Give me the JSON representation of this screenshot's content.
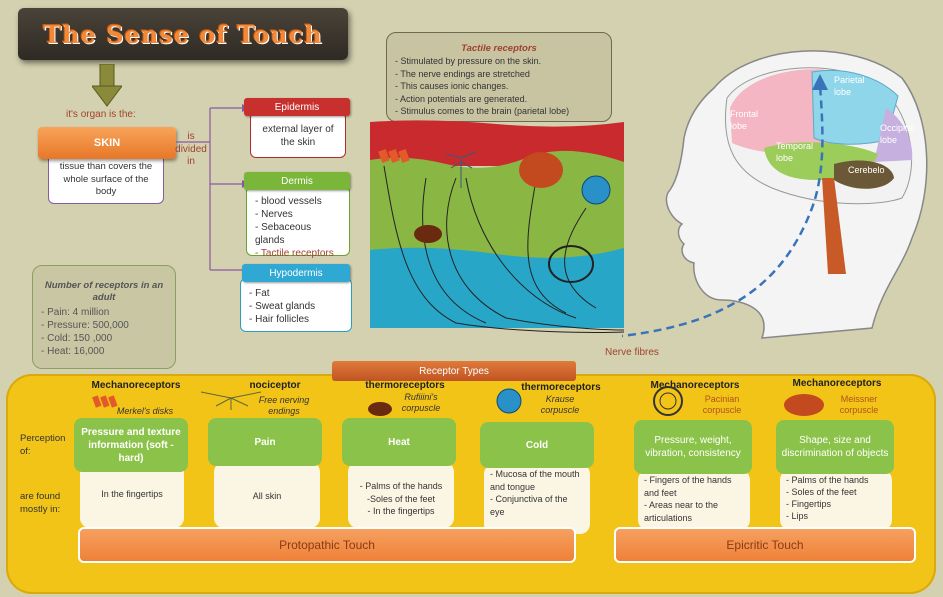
{
  "title": "The Sense of Touch",
  "organ_label": "it's organ is the:",
  "skin": {
    "label": "SKIN",
    "desc": "tissue than covers the whole surface of the body"
  },
  "divided_label": "is divided in",
  "layers": {
    "epidermis": {
      "label": "Epidermis",
      "desc": "external layer of the skin"
    },
    "dermis": {
      "label": "Dermis",
      "items": [
        "- blood vessels",
        "- Nerves",
        "- Sebaceous glands",
        "- Tactile receptors"
      ]
    },
    "hypodermis": {
      "label": "Hypodermis",
      "items": [
        "- Fat",
        "- Sweat glands",
        "- Hair follicles"
      ]
    }
  },
  "receptor_count": {
    "title": "Number of receptors in an adult",
    "items": [
      "- Pain: 4 million",
      "- Pressure: 500,000",
      "- Cold: 150 ,000",
      "- Heat: 16,000"
    ]
  },
  "tactile": {
    "title": "Tactile receptors",
    "items": [
      "- Stimulated by pressure on the skin.",
      "- The nerve endings are stretched",
      "- This causes ionic changes.",
      "- Action potentials are generated.",
      "- Stimulus comes to the brain (parietal lobe)"
    ]
  },
  "nerve_label": "Nerve fibres",
  "brain": {
    "frontal": "Frontal lobe",
    "parietal": "Parietal lobe",
    "occipital": "Occipital lobe",
    "temporal": "Temporal lobe",
    "cerebellum": "Cerebelo"
  },
  "receptor_types": {
    "header": "Receptor Types",
    "perception_label": "Perception of:",
    "found_label": "are found mostly in:",
    "columns": [
      {
        "type": "Mechanoreceptors",
        "name": "Merkel's disks",
        "perception": "Pressure and texture information (soft - hard)",
        "found": "In the fingertips"
      },
      {
        "type": "nociceptor",
        "name": "Free nerving endings",
        "perception": "Pain",
        "found": "All skin"
      },
      {
        "type": "thermoreceptors",
        "name": "Rufiiini's corpuscle",
        "perception": "Heat",
        "found": "- Palms of the hands\n-Soles of the feet\n- In the fingertips"
      },
      {
        "type": "thermoreceptors",
        "name": "Krause corpuscle",
        "perception": "Cold",
        "found": "- Mucosa of the mouth and tongue\n- Conjunctiva of the eye"
      },
      {
        "type": "Mechanoreceptors",
        "name": "Pacinian corpuscle",
        "perception": "Pressure, weight, vibration, consistency",
        "found": "- Fingers of the hands and feet\n- Areas near to the articulations"
      },
      {
        "type": "Mechanoreceptors",
        "name": "Meissner corpuscle",
        "perception": "Shape, size and discrimination of objects",
        "found": "- Palms of the hands\n- Soles of the feet\n- Fingertips\n- Lips"
      }
    ],
    "protopathic": "Protopathic Touch",
    "epicritic": "Epicritic Touch"
  }
}
